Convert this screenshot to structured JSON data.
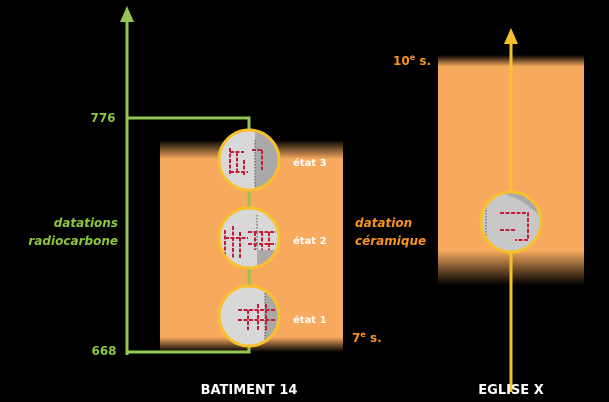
{
  "colors": {
    "background": "#000000",
    "band": "#f7aa5e",
    "green": "#93c651",
    "green_text": "#8dc63f",
    "yellow": "#f9c02e",
    "orange_text": "#f7941d",
    "white_text": "#ffffff",
    "plan_wall": "#c41e3a"
  },
  "left": {
    "axis_top_label": "776",
    "axis_bottom_label": "668",
    "radiocarbon_label_line1": "datations",
    "radiocarbon_label_line2": "radiocarbone",
    "ceramic_label_line1": "datation",
    "ceramic_label_line2": "céramique",
    "century_label": "7e s.",
    "states": [
      {
        "label": "état 3"
      },
      {
        "label": "état 2"
      },
      {
        "label": "état 1"
      }
    ],
    "building_label": "BATIMENT 14"
  },
  "right": {
    "century_label": "10e s.",
    "church_label": "EGLISE X"
  },
  "icons": {
    "left_arrow": "arrow-up-icon",
    "right_arrow": "arrow-up-icon",
    "plan": "building-plan-icon"
  }
}
